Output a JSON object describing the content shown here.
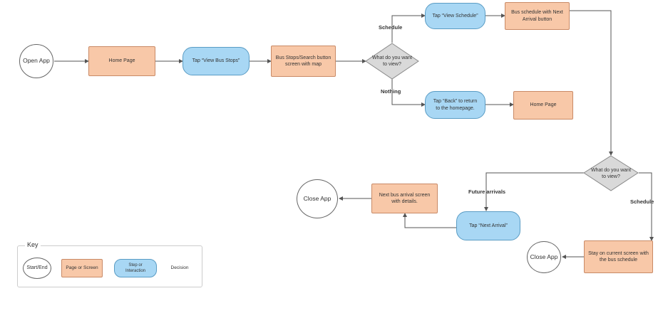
{
  "nodes": {
    "open_app": "Open App",
    "home_page": "Home Page",
    "tap_view_bus_stops": "Tap “View Bus Stops”",
    "bus_stops_search": "Bus Stops/Search button screen with map",
    "decision_1": "What do you want to view?",
    "tap_view_schedule": "Tap “View Schedule”",
    "bus_schedule_next": "Bus schedule with Next Arrival button",
    "tap_back": "Tap “Back” to return to the homepage.",
    "home_page_2": "Home Page",
    "decision_2": "What do you want to view?",
    "next_bus_arrival": "Next bus arrival screen with details.",
    "close_app_1": "Close App",
    "tap_next_arrival": "Tap “Next Arrival”",
    "stay_on_screen": "Stay on current screen with the bus schedule",
    "close_app_2": "Close App"
  },
  "edge_labels": {
    "schedule_1": "Schedule",
    "nothing": "Nothing",
    "future_arrivals": "Future arrivals",
    "schedule_2": "Schedule"
  },
  "key": {
    "title": "Key",
    "start_end": "Start/End",
    "page_or_screen": "Page or Screen",
    "step_or_interaction": "Step or Interaction",
    "decision": "Decision"
  },
  "colors": {
    "page_fill": "#f8c8a8",
    "step_fill": "#a8d7f4",
    "decision_fill": "#d9d9d9",
    "line": "#555555"
  }
}
